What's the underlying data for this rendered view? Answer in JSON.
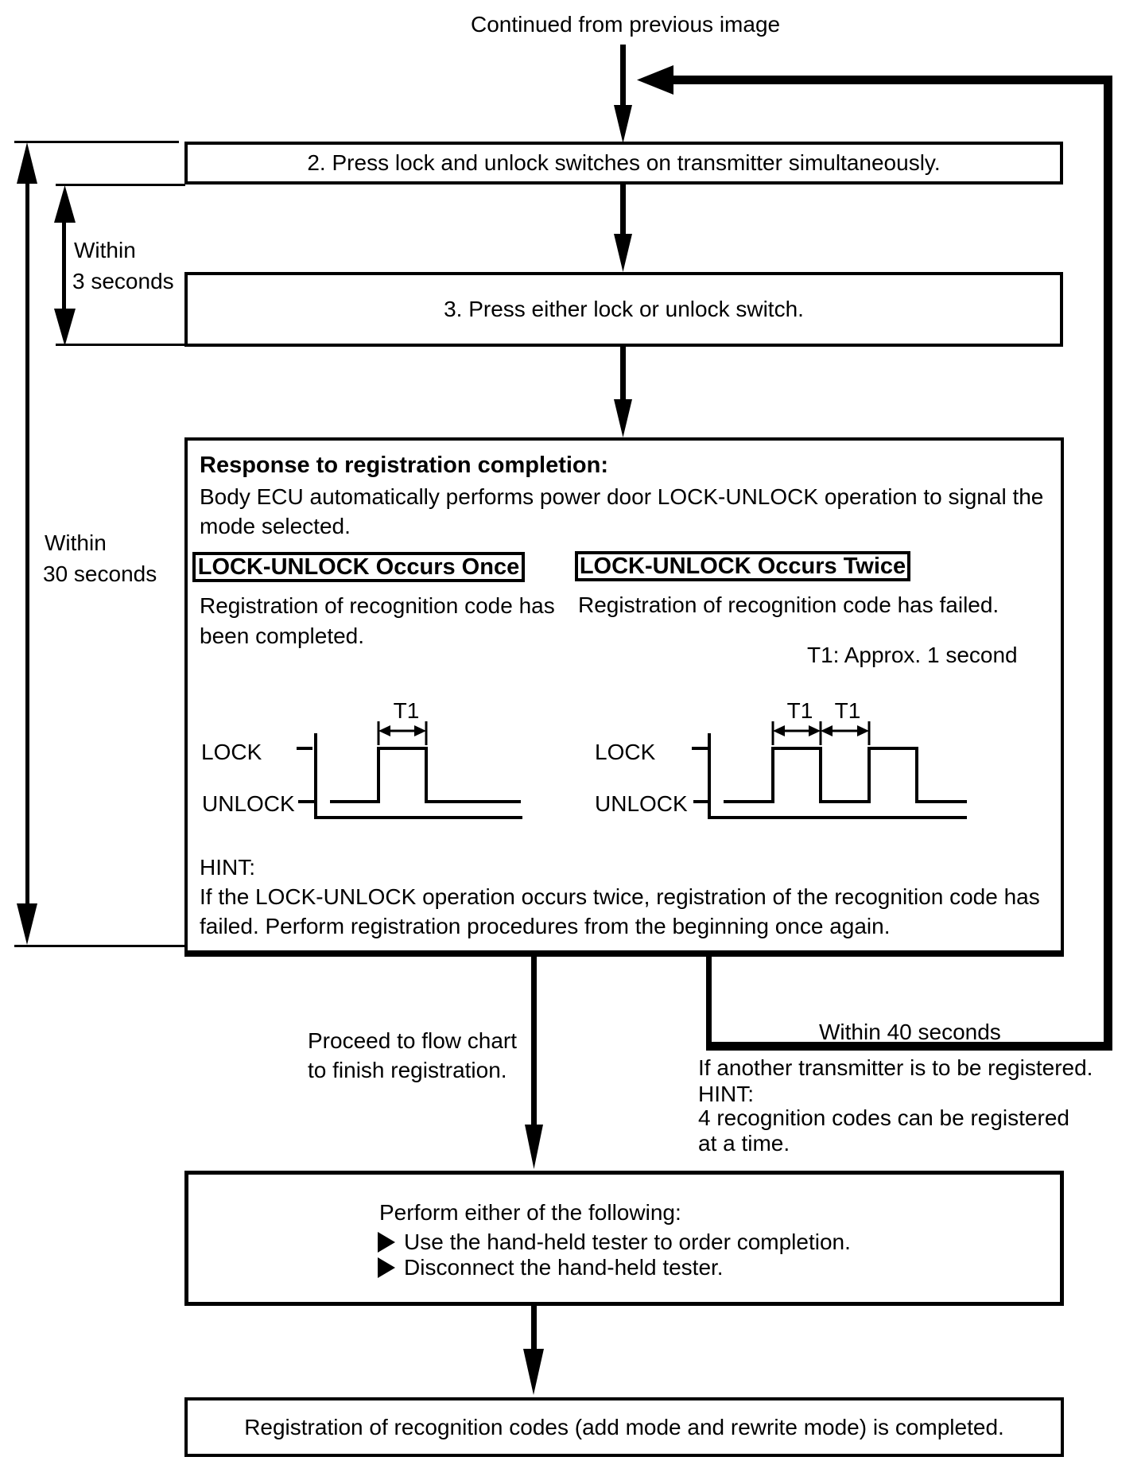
{
  "colors": {
    "ink": "#000000",
    "paper": "#ffffff"
  },
  "header": {
    "continued_label": "Continued from previous image"
  },
  "timers": {
    "inner_line1": "Within",
    "inner_line2": "3 seconds",
    "outer_line1": "Within",
    "outer_line2": "30 seconds",
    "loop_label": "Within 40 seconds"
  },
  "steps": {
    "step2": "2. Press lock and unlock switches on transmitter simultaneously.",
    "step3": "3. Press either lock or unlock switch."
  },
  "response_box": {
    "title": "Response to registration completion:",
    "body_line1": "Body ECU automatically performs power door LOCK-UNLOCK operation to signal the",
    "body_line2": "mode selected.",
    "once": {
      "header": "LOCK-UNLOCK Occurs Once",
      "desc_line1": "Registration of recognition code has",
      "desc_line2": "been completed."
    },
    "twice": {
      "header": "LOCK-UNLOCK Occurs Twice",
      "desc": "Registration of recognition code has failed.",
      "t1_note": "T1: Approx. 1 second"
    },
    "waveform_labels": {
      "lock": "LOCK",
      "unlock": "UNLOCK",
      "t1": "T1"
    },
    "diagrams": [
      {
        "name": "lock-unlock-once",
        "pulses": 1,
        "pulse_duration": "T1"
      },
      {
        "name": "lock-unlock-twice",
        "pulses": 2,
        "pulse_duration": "T1",
        "gap_duration": "T1"
      }
    ],
    "hint": {
      "title": "HINT:",
      "line1": "If the LOCK-UNLOCK operation occurs twice, registration of the recognition code has",
      "line2": "failed. Perform registration procedures from the beginning once again."
    }
  },
  "branches": {
    "proceed_line1": "Proceed to flow chart",
    "proceed_line2": "to finish registration.",
    "another_transmitter": {
      "line1": "If another transmitter is to be registered.",
      "hint_title": "HINT:",
      "hint_line1": "4 recognition codes can be registered",
      "hint_line2": "at a time."
    }
  },
  "perform_box": {
    "title": "Perform either of the following:",
    "items": [
      "Use the hand-held tester to order completion.",
      "Disconnect the hand-held tester."
    ]
  },
  "final_box": {
    "text": "Registration of recognition codes (add mode and rewrite mode) is completed."
  }
}
